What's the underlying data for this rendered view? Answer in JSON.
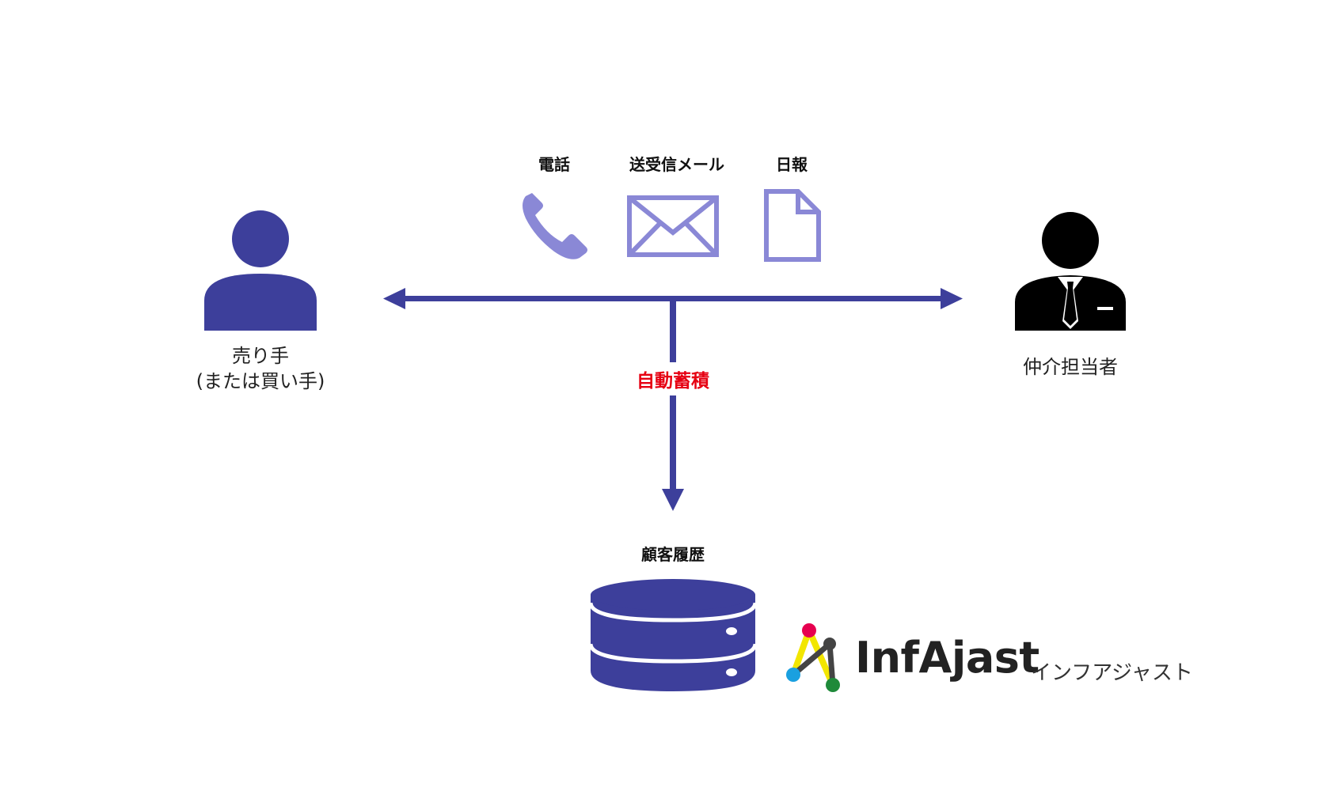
{
  "channels": {
    "phone_label": "電話",
    "mail_label": "送受信メール",
    "report_label": "日報"
  },
  "seller": {
    "line1": "売り手",
    "line2": "(または買い手)"
  },
  "agent": {
    "label": "仲介担当者"
  },
  "flow": {
    "auto_label": "自動蓄積"
  },
  "database": {
    "label": "顧客履歴"
  },
  "brand": {
    "name": "InfAjast",
    "kana": "インフアジャスト"
  },
  "colors": {
    "primary": "#3d3f9b",
    "icon_light": "#8a88d6",
    "accent_red": "#e60012",
    "agent_black": "#000000"
  }
}
